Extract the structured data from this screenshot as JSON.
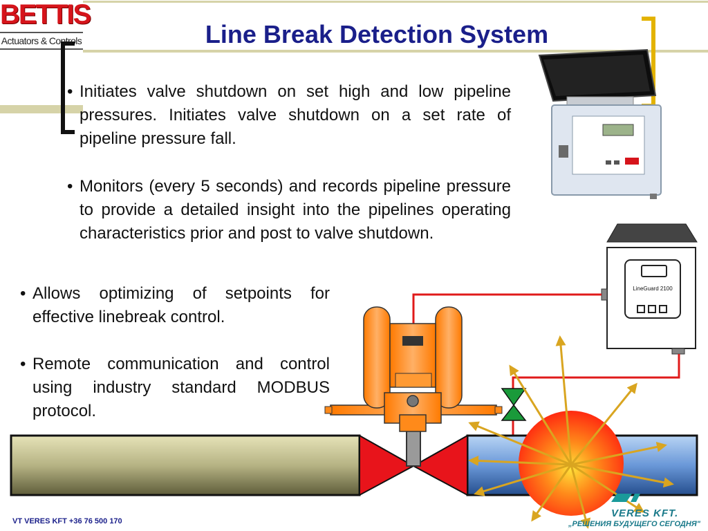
{
  "logo": {
    "name": "BETTIS",
    "subtitle": "Actuators & Controls"
  },
  "title": "Line Break Detection System",
  "bullets": [
    "Initiates valve shutdown on set high and low pipeline pressures. Initiates valve shutdown on a set rate of pipeline pressure fall.",
    "Monitors (every 5 seconds) and records pipeline pressure to provide a detailed insight into the pipelines operating characteristics prior and post to valve shutdown.",
    "Allows optimizing of setpoints for effective linebreak control.",
    "Remote communication and control using industry standard MODBUS protocol."
  ],
  "bullet_char": "•",
  "device": {
    "label": "LineGuard 2100",
    "front_label": "LineGuard 2100"
  },
  "footer": {
    "contact": "VT VERES KFT +36 76 500 170",
    "brand": "VERES KFT.",
    "slogan": "„РЕШЕНИЯ БУДУЩЕГО СЕГОДНЯ\""
  },
  "colors": {
    "title": "#1a1f8a",
    "accent_bracket": "#e3b300",
    "logo_red": "#d6141b",
    "pipe_left": "#a8a778",
    "pipe_right": "#6a98d8",
    "valve_red": "#e8141b",
    "actuator_orange": "#ff8a1a",
    "signal_line": "#e01a1a",
    "pilot_valve": "#1a9a3a",
    "burst_arrow": "#d9a520"
  }
}
